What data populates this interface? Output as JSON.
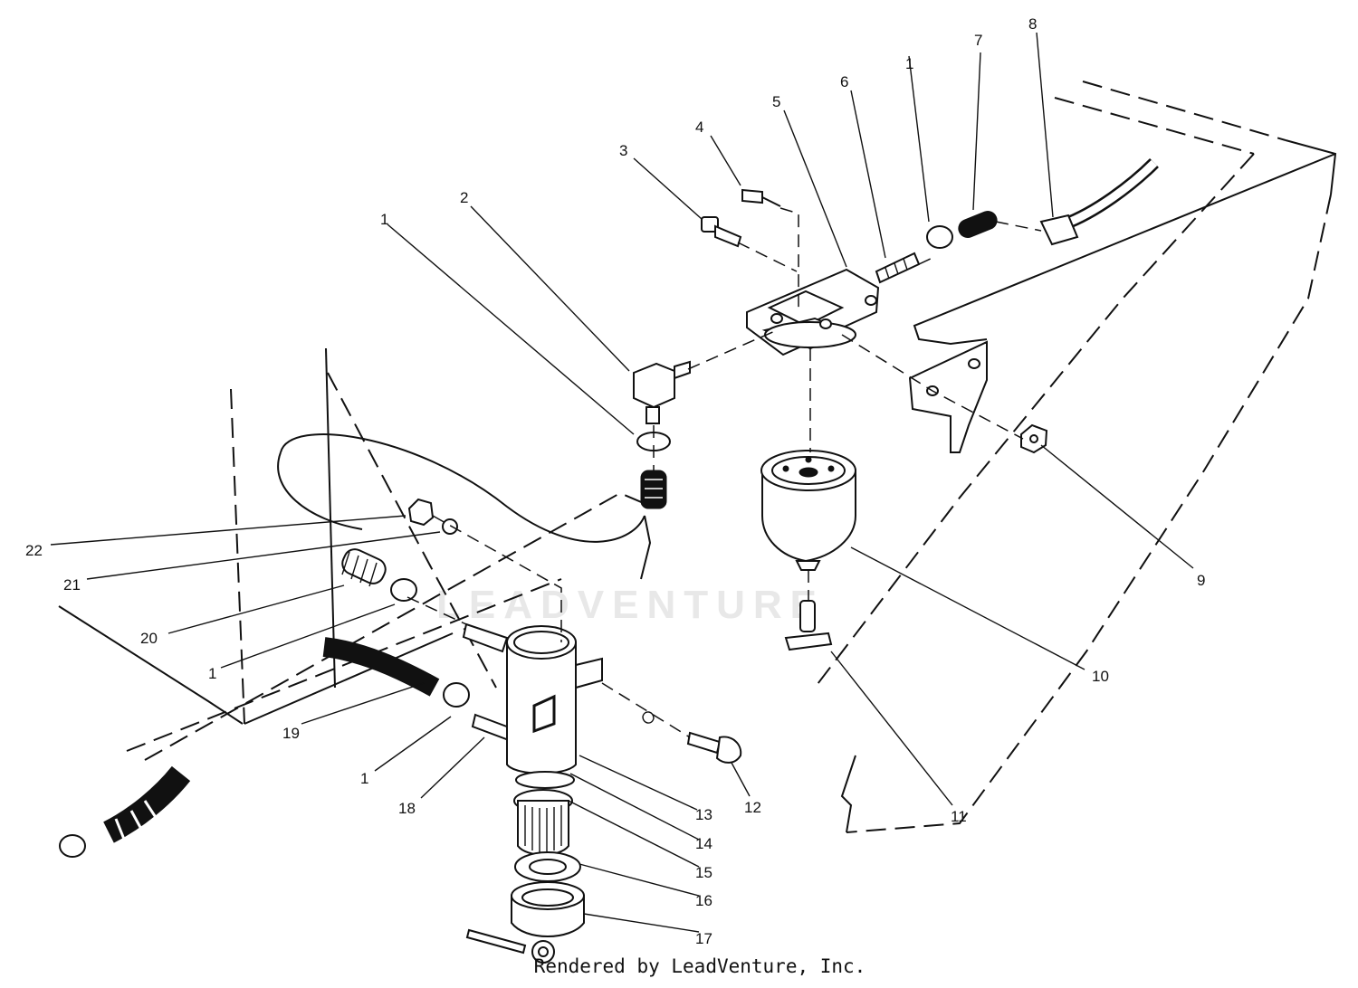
{
  "watermark": "LEADVENTURE",
  "credit": "Rendered by LeadVenture, Inc.",
  "callouts": [
    {
      "id": "1",
      "label": "1"
    },
    {
      "id": "2",
      "label": "2"
    },
    {
      "id": "3",
      "label": "3"
    },
    {
      "id": "4",
      "label": "4"
    },
    {
      "id": "5",
      "label": "5"
    },
    {
      "id": "6",
      "label": "6"
    },
    {
      "id": "1b",
      "label": "1"
    },
    {
      "id": "7",
      "label": "7"
    },
    {
      "id": "8",
      "label": "8"
    },
    {
      "id": "9",
      "label": "9"
    },
    {
      "id": "10",
      "label": "10"
    },
    {
      "id": "11",
      "label": "11"
    },
    {
      "id": "12",
      "label": "12"
    },
    {
      "id": "13",
      "label": "13"
    },
    {
      "id": "14",
      "label": "14"
    },
    {
      "id": "15",
      "label": "15"
    },
    {
      "id": "16",
      "label": "16"
    },
    {
      "id": "17",
      "label": "17"
    },
    {
      "id": "18",
      "label": "18"
    },
    {
      "id": "1c",
      "label": "1"
    },
    {
      "id": "19",
      "label": "19"
    },
    {
      "id": "1d",
      "label": "1"
    },
    {
      "id": "20",
      "label": "20"
    },
    {
      "id": "21",
      "label": "21"
    },
    {
      "id": "22",
      "label": "22"
    }
  ]
}
